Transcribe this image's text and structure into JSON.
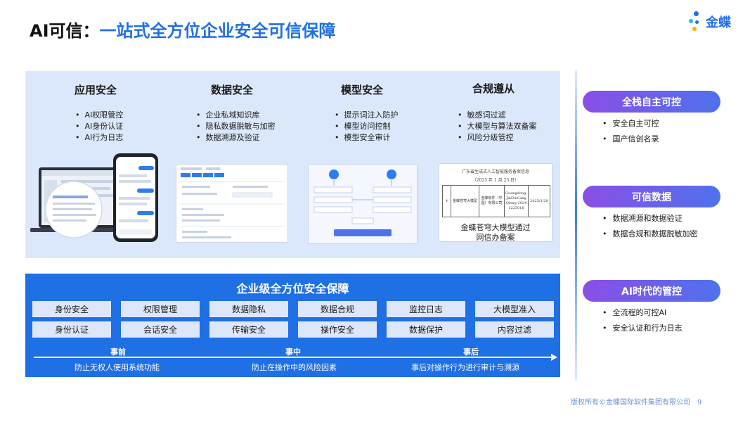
{
  "title": {
    "prefix": "AI可信：",
    "main": "一站式全方位企业安全可信保障"
  },
  "logo": {
    "text": "金蝶"
  },
  "pillars": [
    {
      "title": "应用安全",
      "items": [
        "AI权限管控",
        "AI身份认证",
        "AI行为日志"
      ]
    },
    {
      "title": "数据安全",
      "items": [
        "企业私域知识库",
        "隐私数据脱敏与加密",
        "数据溯源及验证"
      ]
    },
    {
      "title": "模型安全",
      "items": [
        "提示词注入防护",
        "模型访问控制",
        "模型安全审计"
      ]
    },
    {
      "title": "合规遵从",
      "items": [
        "敏感词过滤",
        "大模型与算法双备案",
        "风险分级管控"
      ]
    }
  ],
  "compliance_doc": {
    "header": "广东省生成式人工智能服务备案信息",
    "date": "（2025 年 1 月 23 日）",
    "row": {
      "no": "4",
      "name": "金蝶苍穹大模型",
      "company": "金蝶软件（中国）有限公司",
      "code": "Guangdong-JinDieCangQiong-20241225016",
      "date": "2025/1/20"
    },
    "caption_line1": "金蝶苍穹大模型通过",
    "caption_line2": "网信办备案"
  },
  "bottom": {
    "title": "企业级全方位安全保障",
    "row1": [
      "身份安全",
      "权限管理",
      "数据隐私",
      "数据合规",
      "监控日志",
      "大模型准入"
    ],
    "row2": [
      "身份认证",
      "会话安全",
      "传输安全",
      "操作安全",
      "数据保护",
      "内容过滤"
    ],
    "phases": [
      {
        "label": "事前",
        "desc": "防止无权人使用系统功能"
      },
      {
        "label": "事中",
        "desc": "防止在操作中的风险因素"
      },
      {
        "label": "事后",
        "desc": "事后对操作行为进行审计与溯源"
      }
    ]
  },
  "right": [
    {
      "title": "全栈自主可控",
      "items": [
        "安全自主可控",
        "国产信创名录"
      ]
    },
    {
      "title": "可信数据",
      "items": [
        "数据溯源和数据验证",
        "数据合规和数据脱敏加密"
      ]
    },
    {
      "title": "AI时代的管控",
      "items": [
        "全流程的可控AI",
        "安全认证和行为日志"
      ]
    }
  ],
  "footer": {
    "copyright": "版权所有©金蝶国际软件集团有限公司",
    "page": "9"
  }
}
